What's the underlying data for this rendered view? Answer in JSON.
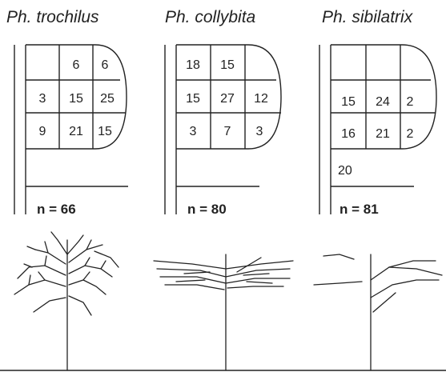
{
  "species": [
    {
      "name": "Ph. trochilus",
      "grid": [
        [
          "",
          "6",
          "6"
        ],
        [
          "3",
          "15",
          "25"
        ],
        [
          "9",
          "21",
          "15"
        ]
      ],
      "extra": "",
      "n_label": "n = 66"
    },
    {
      "name": "Ph. collybita",
      "grid": [
        [
          "18",
          "15",
          ""
        ],
        [
          "15",
          "27",
          "12"
        ],
        [
          "3",
          "7",
          "3"
        ]
      ],
      "extra": "",
      "n_label": "n = 80"
    },
    {
      "name": "Ph. sibilatrix",
      "grid": [
        [
          "",
          "",
          ""
        ],
        [
          "15",
          "24",
          "2"
        ],
        [
          "16",
          "21",
          "2"
        ]
      ],
      "extra": "20",
      "n_label": "n = 81"
    }
  ],
  "colors": {
    "ink": "#222222",
    "background": "#ffffff"
  }
}
